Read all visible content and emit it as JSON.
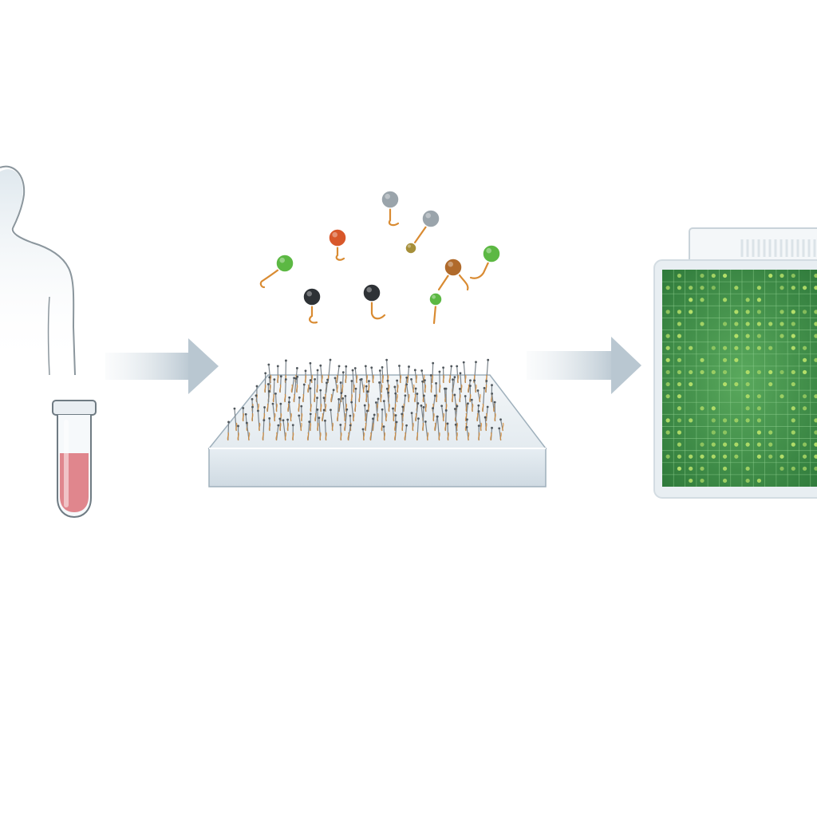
{
  "diagram": {
    "steps": [
      {
        "id": "sample",
        "icon": "patient-with-blood-sample-tube-icon"
      },
      {
        "id": "probe-hybridization",
        "icon": "microarray-chip-with-probes-icon"
      },
      {
        "id": "readout",
        "icon": "fluorescent-scan-grid-icon"
      }
    ],
    "connectors": [
      {
        "from": "sample",
        "to": "probe-hybridization",
        "icon": "right-arrow-icon"
      },
      {
        "from": "probe-hybridization",
        "to": "readout",
        "icon": "right-arrow-icon"
      }
    ],
    "colors": {
      "background": "#ffffff",
      "arrow": "#b9c7d1",
      "blood": "#e0868d",
      "chip": "#e6edf2",
      "scan_background": "#3f8f4a",
      "scan_spot": "#b6e06a",
      "molecule_orange": "#d8572a",
      "molecule_green": "#5cb843",
      "molecule_gray": "#9aa4ab",
      "molecule_dark": "#2e3236",
      "molecule_brown": "#b06a2b",
      "molecule_olive": "#a68f3a",
      "tail": "#d98b32"
    }
  }
}
